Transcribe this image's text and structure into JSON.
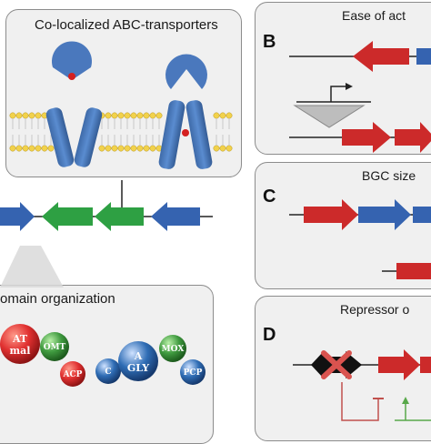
{
  "panel_a": {
    "title": "Co-localized ABC-transporters"
  },
  "panel_b": {
    "letter": "B",
    "title": "Ease of act"
  },
  "panel_c": {
    "letter": "C",
    "title": "BGC size"
  },
  "panel_d": {
    "letter": "D",
    "title": "Repressor o"
  },
  "domain_panel": {
    "title": "omain organization",
    "domains": [
      {
        "label_1": "AT",
        "label_2": "mal",
        "color": "#e03030"
      },
      {
        "label_1": "OMT",
        "label_2": "",
        "color": "#3f9a3f"
      },
      {
        "label_1": "ACP",
        "label_2": "",
        "color": "#e03030"
      },
      {
        "label_1": "C",
        "label_2": "",
        "color": "#2f6db5"
      },
      {
        "label_1": "A",
        "label_2": "GLY",
        "color": "#2f6db5"
      },
      {
        "label_1": "MOX",
        "label_2": "",
        "color": "#3f9a3f"
      },
      {
        "label_1": "PCP",
        "label_2": "",
        "color": "#2f6db5"
      }
    ]
  },
  "colors": {
    "red_gene": "#cc2a2a",
    "blue_gene": "#3563b0",
    "green_gene": "#2ea043",
    "transporter": "#4a78bd",
    "lipid_head": "#f2d24b",
    "panel_bg": "#f0f0f0",
    "panel_border": "#8c8c8c"
  }
}
